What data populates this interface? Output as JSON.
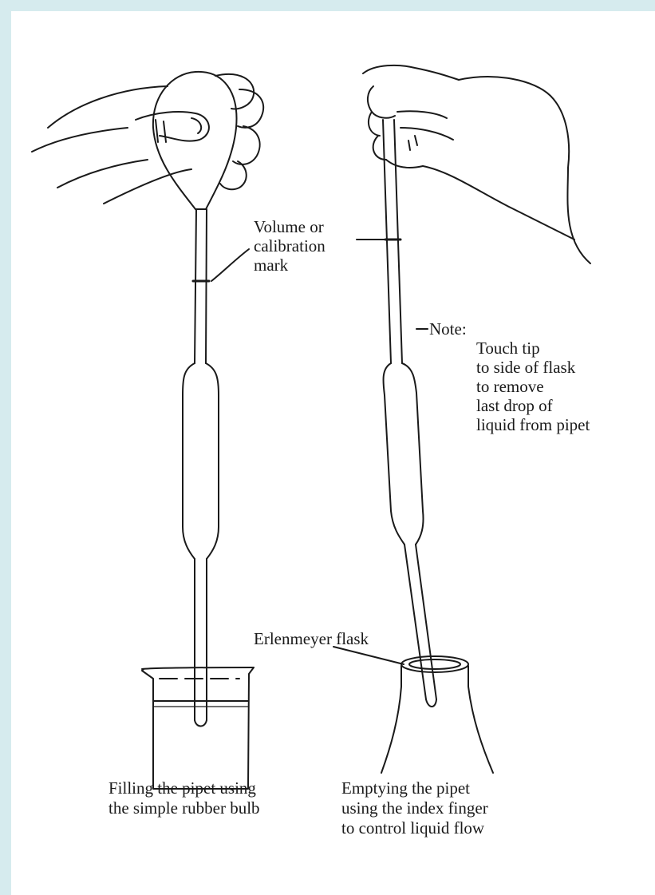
{
  "labels": {
    "volume_mark": [
      "Volume or",
      "calibration",
      "mark"
    ],
    "note_head": "Note:",
    "note_body": [
      "Touch tip",
      "to side of flask",
      "to remove",
      "last drop of",
      "liquid from pipet"
    ],
    "erlenmeyer": "Erlenmeyer flask"
  },
  "captions": {
    "filling": [
      "Filling the pipet using",
      "the simple rubber bulb"
    ],
    "emptying": [
      "Emptying the pipet",
      "using the index finger",
      "to control liquid flow"
    ]
  },
  "colors": {
    "frame": "#d6ebee",
    "paper": "#ffffff",
    "ink": "#1a1a1a"
  }
}
